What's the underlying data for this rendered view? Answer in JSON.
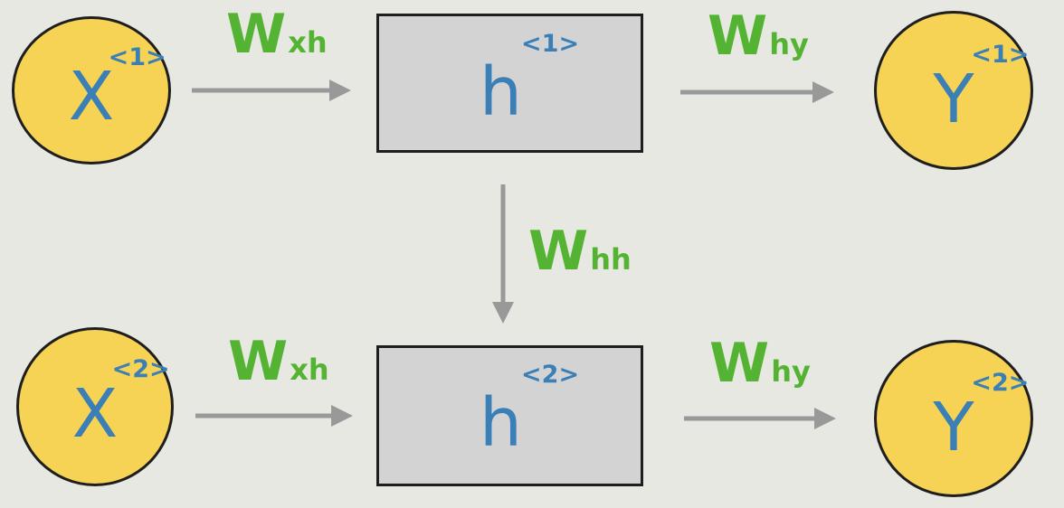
{
  "colors": {
    "background": "#e7e8e2",
    "node_fill": "#f6d354",
    "box_fill": "#d3d3d3",
    "outline": "#1e1e1e",
    "symbol": "#3b7fb7",
    "weight_label": "#54b332",
    "arrow": "#999999"
  },
  "rows": [
    {
      "input": {
        "symbol": "X",
        "superscript": "<1>"
      },
      "hidden": {
        "symbol": "h",
        "superscript": "<1>"
      },
      "output": {
        "symbol": "Y",
        "superscript": "<1>"
      },
      "input_weight": {
        "letter": "W",
        "subscript": "xh"
      },
      "output_weight": {
        "letter": "W",
        "subscript": "hy"
      }
    },
    {
      "input": {
        "symbol": "X",
        "superscript": "<2>"
      },
      "hidden": {
        "symbol": "h",
        "superscript": "<2>"
      },
      "output": {
        "symbol": "Y",
        "superscript": "<2>"
      },
      "input_weight": {
        "letter": "W",
        "subscript": "xh"
      },
      "output_weight": {
        "letter": "W",
        "subscript": "hy"
      }
    }
  ],
  "recurrent_weight": {
    "letter": "W",
    "subscript": "hh"
  }
}
